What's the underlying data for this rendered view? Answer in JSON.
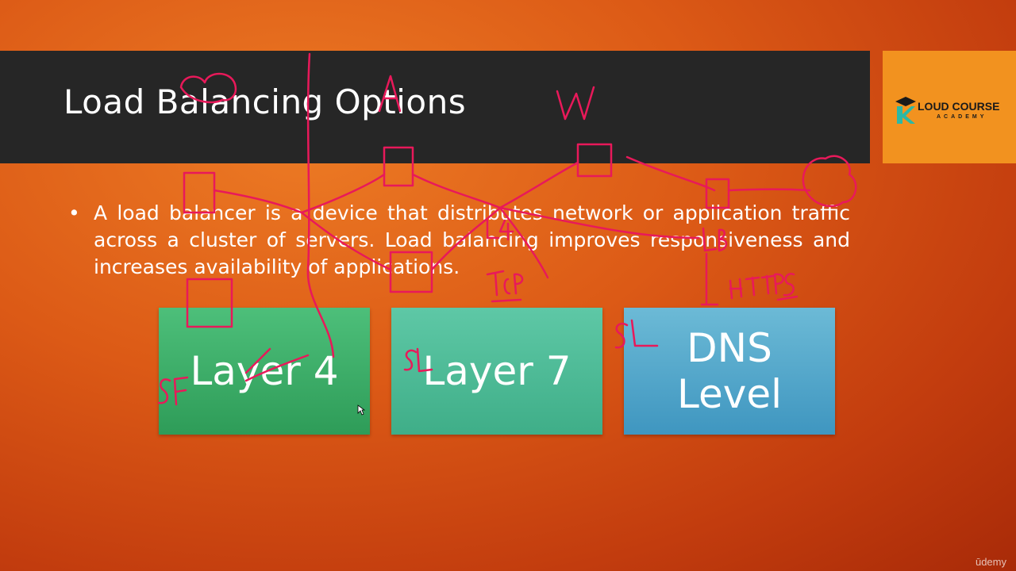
{
  "slide": {
    "title": "Load Balancing Options",
    "bullet": "A load balancer is a device that distributes network or application traffic across a cluster of servers. Load balancing improves responsiveness and increases availability of applications.",
    "bullet_marker": "•"
  },
  "logo": {
    "name": "LOUD COURSE",
    "subtitle": "ACADEMY"
  },
  "options": [
    {
      "label": "Layer 4",
      "color": "#3aaa66"
    },
    {
      "label": "Layer 7",
      "color": "#4cbc96"
    },
    {
      "label": "DNS Level",
      "color": "#55a8cc"
    }
  ],
  "annotations": {
    "color": "#e8195a",
    "labels": [
      "W",
      "L4",
      "TCP",
      "LB",
      "HTTPS",
      "SL",
      "SF"
    ]
  },
  "watermark": "ūdemy",
  "theme": {
    "title_bar": "#262626",
    "logo_bg": "#f2921f",
    "background": "#dc5a16"
  }
}
